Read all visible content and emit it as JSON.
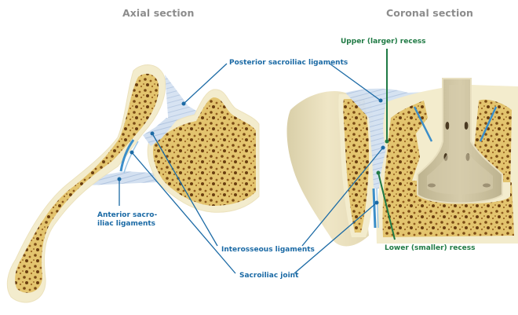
{
  "titles": {
    "axial": "Axial section",
    "coronal": "Coronal section"
  },
  "labels": {
    "posterior_ligaments": "Posterior sacroiliac ligaments",
    "upper_recess": "Upper (larger) recess",
    "anterior_ligaments_line1": "Anterior sacro-",
    "anterior_ligaments_line2": "iliac ligaments",
    "interosseous_ligaments": "Interosseous ligaments",
    "sacroiliac_joint": "Sacroiliac joint",
    "lower_recess": "Lower (smaller) recess"
  },
  "colors": {
    "label_blue": "#1b6aa5",
    "label_green": "#1f7a44",
    "title_gray": "#8c8c8c",
    "bone_cortex": "#f3eccd",
    "bone_cancellous": "#d9b45a",
    "bone_pores": "#7a4a14",
    "ligament": "#c7d6ea",
    "joint_cartilage": "#3b8ec9",
    "ilium_surface": "#e9dfbd"
  }
}
